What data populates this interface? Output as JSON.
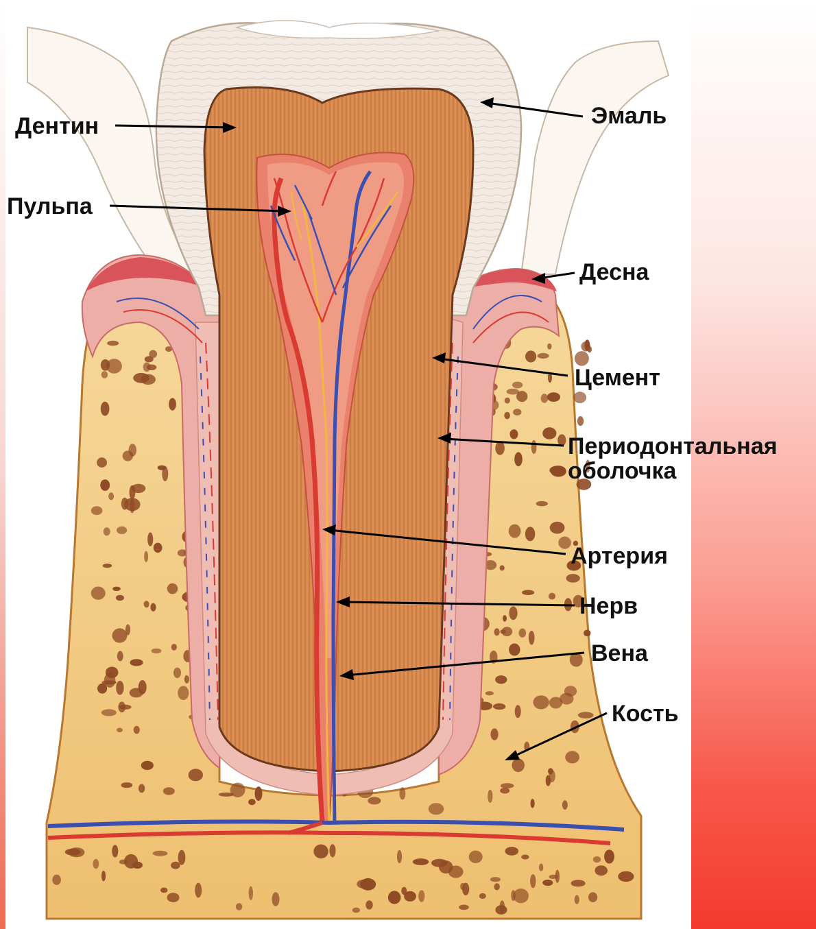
{
  "labels": {
    "dentin": "Дентин",
    "pulp": "Пульпа",
    "enamel": "Эмаль",
    "gum": "Десна",
    "cement": "Цемент",
    "periodontal_line1": "Периодонтальная",
    "periodontal_line2": "оболочка",
    "artery": "Артерия",
    "nerve": "Нерв",
    "vein": "Вена",
    "bone": "Кость"
  },
  "colors": {
    "enamel": "#f3ebe3",
    "dentin": "#d7894e",
    "pulp": "#e9816d",
    "gum": "#e28a86",
    "periodontal": "#ecaea7",
    "bone": "#f2c57a",
    "bone_pore": "#8f4a24",
    "artery": "#d93a32",
    "vein": "#3a4fb0",
    "nerve": "#f0b840",
    "background_accent": "#f43a2f"
  }
}
